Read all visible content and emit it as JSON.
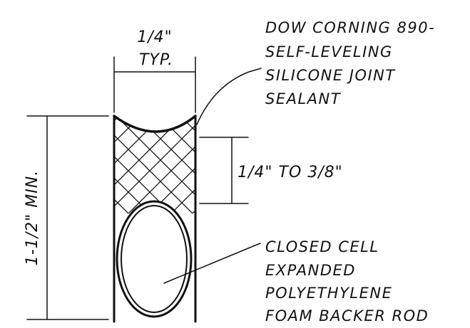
{
  "detail": {
    "width_dimension": {
      "value": "1/4\"",
      "qualifier": "TYP."
    },
    "depth_dimension": "1-1/2\" MIN.",
    "sealant_thickness_dimension": "1/4\" TO 3/8\"",
    "sealant_callout": [
      "DOW CORNING 890-",
      "SELF-LEVELING",
      "SILICONE JOINT",
      "SEALANT"
    ],
    "backer_rod_callout": [
      "CLOSED CELL",
      "EXPANDED",
      "POLYETHYLENE",
      "FOAM BACKER ROD"
    ]
  },
  "colors": {
    "line": "#111111",
    "background": "#ffffff"
  }
}
